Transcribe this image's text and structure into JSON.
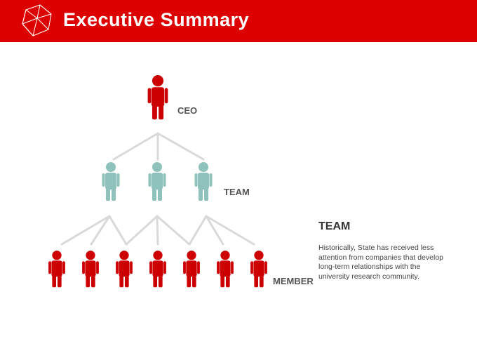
{
  "header": {
    "title": "Executive Summary"
  },
  "diagram": {
    "levels": [
      {
        "key": "ceo",
        "label": "CEO",
        "count": 1,
        "color": "#cc0000"
      },
      {
        "key": "team",
        "label": "TEAM",
        "count": 3,
        "color": "#8fc1bd"
      },
      {
        "key": "member",
        "label": "MEMBER",
        "count": 7,
        "color": "#cc0000"
      }
    ],
    "connector_color": "#d9d9d9"
  },
  "side_panel": {
    "title": "TEAM",
    "body": "Historically, State has received less attention from companies that develop long-term relationships with the university research community."
  },
  "colors": {
    "brand": "#dd0000",
    "ceo": "#cc0000",
    "team": "#8fc1bd",
    "member": "#cc0000"
  }
}
